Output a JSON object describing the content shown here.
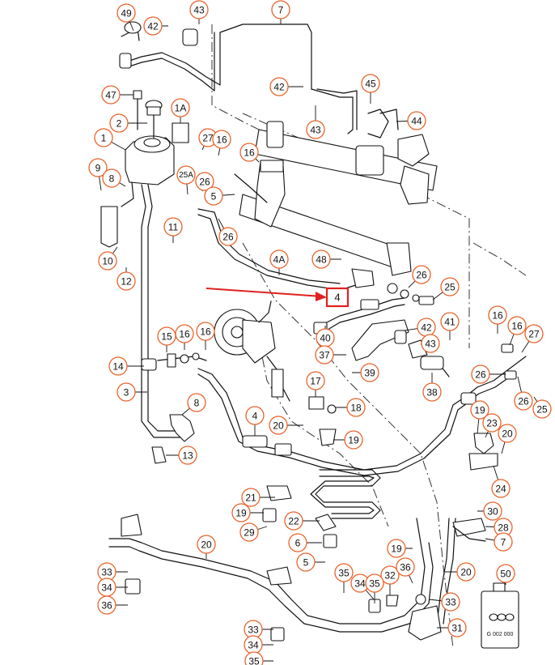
{
  "highlight": {
    "label": "4",
    "color": "#e02020"
  },
  "accent_color": "#e8632a",
  "can_label": "G 002 000",
  "callouts": [
    "49",
    "42",
    "43",
    "7",
    "42",
    "45",
    "43",
    "44",
    "47",
    "2",
    "1A",
    "1",
    "27",
    "16",
    "16",
    "9",
    "8",
    "25A",
    "26",
    "5",
    "11",
    "26",
    "10",
    "12",
    "4A",
    "48",
    "26",
    "25",
    "16",
    "42",
    "41",
    "16",
    "27",
    "15",
    "16",
    "16",
    "14",
    "40",
    "37",
    "43",
    "39",
    "26",
    "3",
    "8",
    "17",
    "18",
    "26",
    "38",
    "19",
    "25",
    "4",
    "20",
    "19",
    "23",
    "20",
    "13",
    "24",
    "21",
    "30",
    "19",
    "22",
    "28",
    "20",
    "6",
    "19",
    "7",
    "29",
    "20",
    "5",
    "50",
    "33",
    "35",
    "34",
    "32",
    "36",
    "34",
    "33",
    "36",
    "35",
    "33",
    "31",
    "34",
    "35"
  ]
}
